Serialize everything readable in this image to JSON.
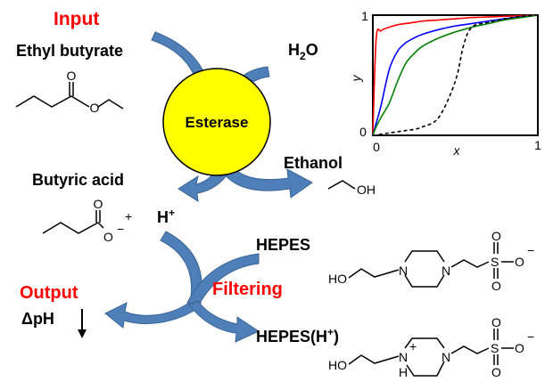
{
  "labels": {
    "input": "Input",
    "substrate": "Ethyl butyrate",
    "water": "H",
    "water_sub": "2",
    "water_o": "O",
    "enzyme": "Esterase",
    "ethanol": "Ethanol",
    "butyric_acid": "Butyric acid",
    "proton": "H",
    "proton_sup": "+",
    "hepes": "HEPES",
    "filtering": "Filtering",
    "output": "Output",
    "delta_ph": "ΔpH",
    "hepes_h": "HEPES(H",
    "hepes_h_sup": "+",
    "hepes_h_close": ")"
  },
  "atoms": {
    "O": "O",
    "OH": "OH",
    "HO": "HO",
    "N": "N",
    "S": "S",
    "H": "H",
    "minus": "−",
    "plus": "+"
  },
  "colors": {
    "accent_red": "#ff0000",
    "enzyme_fill": "#ffff00",
    "arrow_blue": "#4f7fb8"
  },
  "chart_data": {
    "type": "line",
    "xlabel": "x",
    "ylabel": "y",
    "xlim": [
      0,
      1
    ],
    "ylim": [
      0,
      1
    ],
    "x_ticks": [
      "0",
      "1"
    ],
    "y_ticks": [
      "0",
      "1"
    ],
    "x": [
      0,
      0.02,
      0.05,
      0.1,
      0.15,
      0.2,
      0.25,
      0.3,
      0.4,
      0.5,
      0.55,
      0.6,
      0.7,
      0.8,
      0.9,
      1
    ],
    "series": [
      {
        "name": "red",
        "color": "#ff0000",
        "dash": false,
        "values": [
          0,
          0.8,
          0.87,
          0.9,
          0.92,
          0.93,
          0.94,
          0.95,
          0.96,
          0.97,
          0.975,
          0.98,
          0.985,
          0.99,
          0.995,
          1
        ]
      },
      {
        "name": "blue",
        "color": "#0000ff",
        "dash": false,
        "values": [
          0,
          0.1,
          0.25,
          0.55,
          0.7,
          0.77,
          0.81,
          0.84,
          0.88,
          0.91,
          0.92,
          0.93,
          0.95,
          0.97,
          0.985,
          1
        ]
      },
      {
        "name": "green",
        "color": "#008000",
        "dash": false,
        "values": [
          0,
          0.07,
          0.15,
          0.27,
          0.45,
          0.6,
          0.68,
          0.74,
          0.81,
          0.86,
          0.88,
          0.9,
          0.93,
          0.96,
          0.98,
          1
        ]
      },
      {
        "name": "black-dashed",
        "color": "#000000",
        "dash": true,
        "values": [
          0,
          0.0,
          0.01,
          0.02,
          0.03,
          0.04,
          0.05,
          0.07,
          0.15,
          0.45,
          0.75,
          0.9,
          0.94,
          0.97,
          0.99,
          1
        ]
      }
    ]
  }
}
